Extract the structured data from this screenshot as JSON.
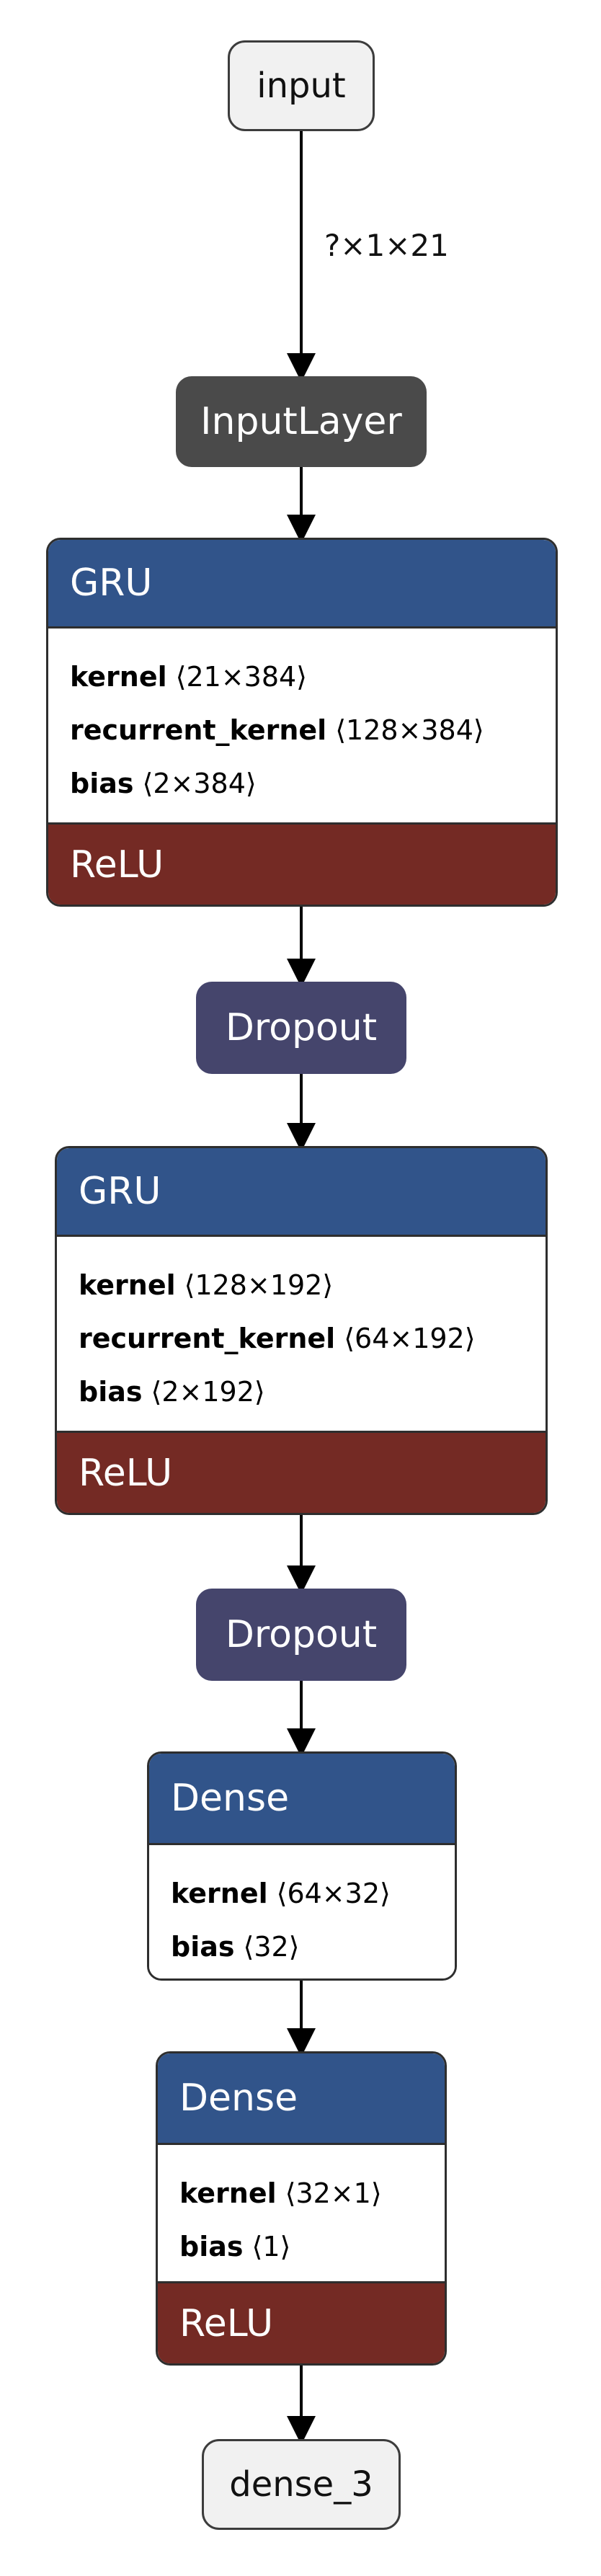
{
  "nodes": {
    "input": {
      "label": "input"
    },
    "input_layer": {
      "label": "InputLayer"
    },
    "gru_1": {
      "type": "GRU",
      "attrs": [
        {
          "name": "kernel",
          "shape": "⟨21×384⟩"
        },
        {
          "name": "recurrent_kernel",
          "shape": "⟨128×384⟩"
        },
        {
          "name": "bias",
          "shape": "⟨2×384⟩"
        }
      ],
      "activation": "ReLU"
    },
    "dropout_1": {
      "label": "Dropout"
    },
    "gru_2": {
      "type": "GRU",
      "attrs": [
        {
          "name": "kernel",
          "shape": "⟨128×192⟩"
        },
        {
          "name": "recurrent_kernel",
          "shape": "⟨64×192⟩"
        },
        {
          "name": "bias",
          "shape": "⟨2×192⟩"
        }
      ],
      "activation": "ReLU"
    },
    "dropout_2": {
      "label": "Dropout"
    },
    "dense_1": {
      "type": "Dense",
      "attrs": [
        {
          "name": "kernel",
          "shape": "⟨64×32⟩"
        },
        {
          "name": "bias",
          "shape": "⟨32⟩"
        }
      ]
    },
    "dense_2": {
      "type": "Dense",
      "attrs": [
        {
          "name": "kernel",
          "shape": "⟨32×1⟩"
        },
        {
          "name": "bias",
          "shape": "⟨1⟩"
        }
      ],
      "activation": "ReLU"
    },
    "output": {
      "label": "dense_3"
    }
  },
  "edges": {
    "input_to_inputlayer": {
      "label": "?×1×21"
    }
  },
  "colors": {
    "header_blue": "#31548a",
    "activation_red": "#742a24",
    "dropout_purple": "#45456c",
    "input_layer_gray": "#4a4a4a",
    "io_fill": "#f1f1f1"
  }
}
